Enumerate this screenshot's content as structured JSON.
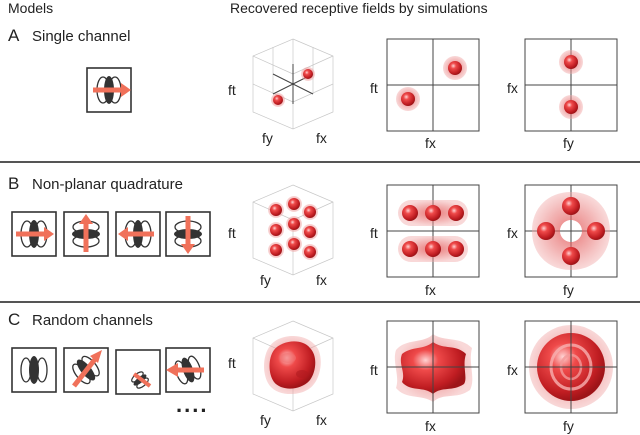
{
  "headers": {
    "models": "Models",
    "fields": "Recovered receptive fields by simulations"
  },
  "rows": [
    {
      "letter": "A",
      "title": "Single channel"
    },
    {
      "letter": "B",
      "title": "Non-planar quadrature"
    },
    {
      "letter": "C",
      "title": "Random channels"
    }
  ],
  "axes": {
    "ft": "ft",
    "fx": "fx",
    "fy": "fy"
  },
  "ellipsis": "....",
  "colors": {
    "blob": "#d8262c",
    "halo": "#e58585",
    "arrow": "#f0715a",
    "ellipse": "#3a3a3a",
    "separator": "#555555"
  },
  "icons": {
    "glyph": "gabor-channel-icon",
    "arrow": "motion-direction-arrow-icon"
  }
}
